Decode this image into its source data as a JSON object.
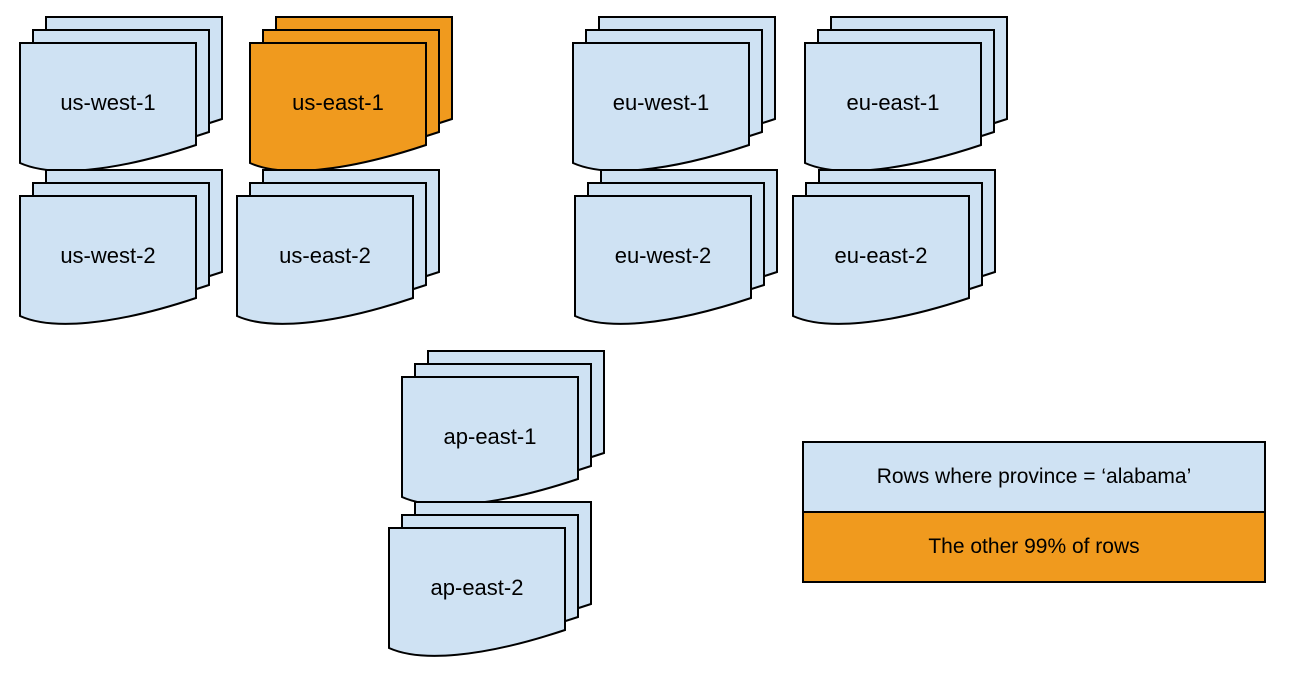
{
  "diagram": {
    "colors": {
      "default": "#cfe2f3",
      "highlight": "#f09a1e",
      "stroke": "#000000"
    },
    "stacks": [
      {
        "id": "us-west-1",
        "label": "us-west-1",
        "color_role": "default"
      },
      {
        "id": "us-east-1",
        "label": "us-east-1",
        "color_role": "highlight"
      },
      {
        "id": "eu-west-1",
        "label": "eu-west-1",
        "color_role": "default"
      },
      {
        "id": "eu-east-1",
        "label": "eu-east-1",
        "color_role": "default"
      },
      {
        "id": "us-west-2",
        "label": "us-west-2",
        "color_role": "default"
      },
      {
        "id": "us-east-2",
        "label": "us-east-2",
        "color_role": "default"
      },
      {
        "id": "eu-west-2",
        "label": "eu-west-2",
        "color_role": "default"
      },
      {
        "id": "eu-east-2",
        "label": "eu-east-2",
        "color_role": "default"
      },
      {
        "id": "ap-east-1",
        "label": "ap-east-1",
        "color_role": "default"
      },
      {
        "id": "ap-east-2",
        "label": "ap-east-2",
        "color_role": "default"
      }
    ],
    "legend": {
      "items": [
        {
          "label": "Rows where province = ‘alabama’",
          "color_role": "default"
        },
        {
          "label": "The other 99% of rows",
          "color_role": "highlight"
        }
      ]
    }
  }
}
